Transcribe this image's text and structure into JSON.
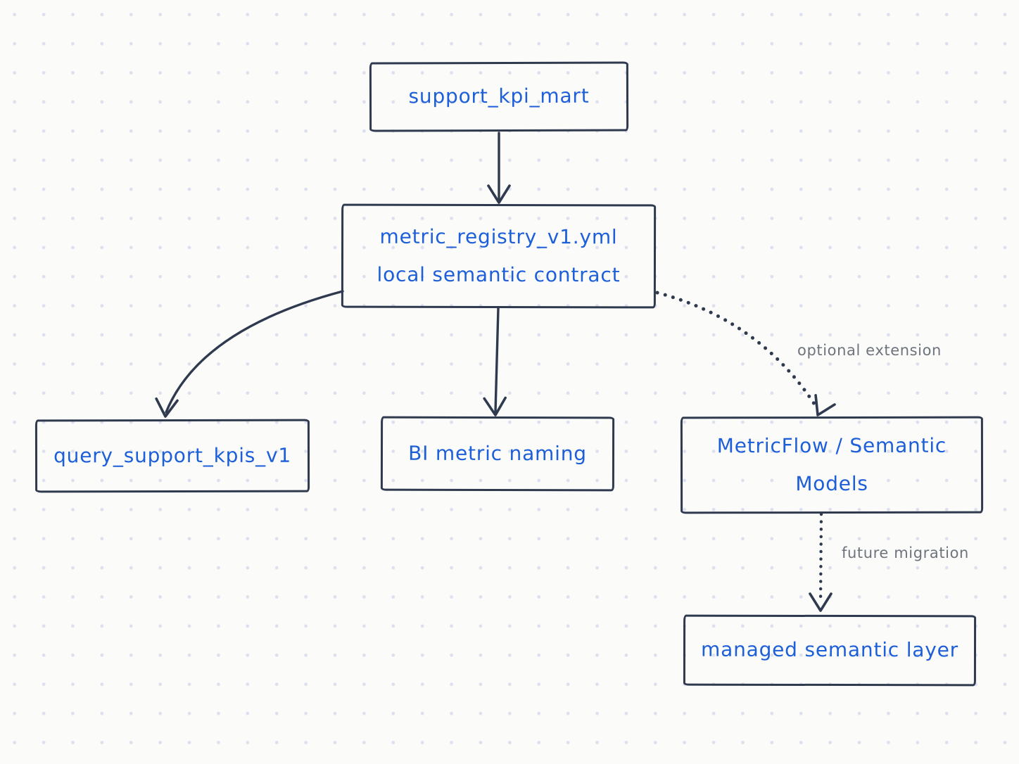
{
  "diagram": {
    "background_color": "#fbfbfa",
    "dot_grid_color": "#dcdfee",
    "node_border_color": "#2f3a4e",
    "node_text_color": "#1d5fd8",
    "edge_color": "#2f3a4e",
    "edge_label_color": "#6e747d",
    "nodes": {
      "support_kpi_mart": {
        "lines": [
          "support_kpi_mart"
        ]
      },
      "metric_registry": {
        "lines": [
          "metric_registry_v1.yml",
          "local semantic contract"
        ]
      },
      "query_support_kpis": {
        "lines": [
          "query_support_kpis_v1"
        ]
      },
      "bi_metric_naming": {
        "lines": [
          "BI metric naming"
        ]
      },
      "metricflow_semantic_models": {
        "lines": [
          "MetricFlow / Semantic",
          "Models"
        ]
      },
      "managed_semantic_layer": {
        "lines": [
          "managed semantic layer"
        ]
      }
    },
    "edge_labels": {
      "optional_extension": "optional extension",
      "future_migration": "future migration"
    }
  }
}
